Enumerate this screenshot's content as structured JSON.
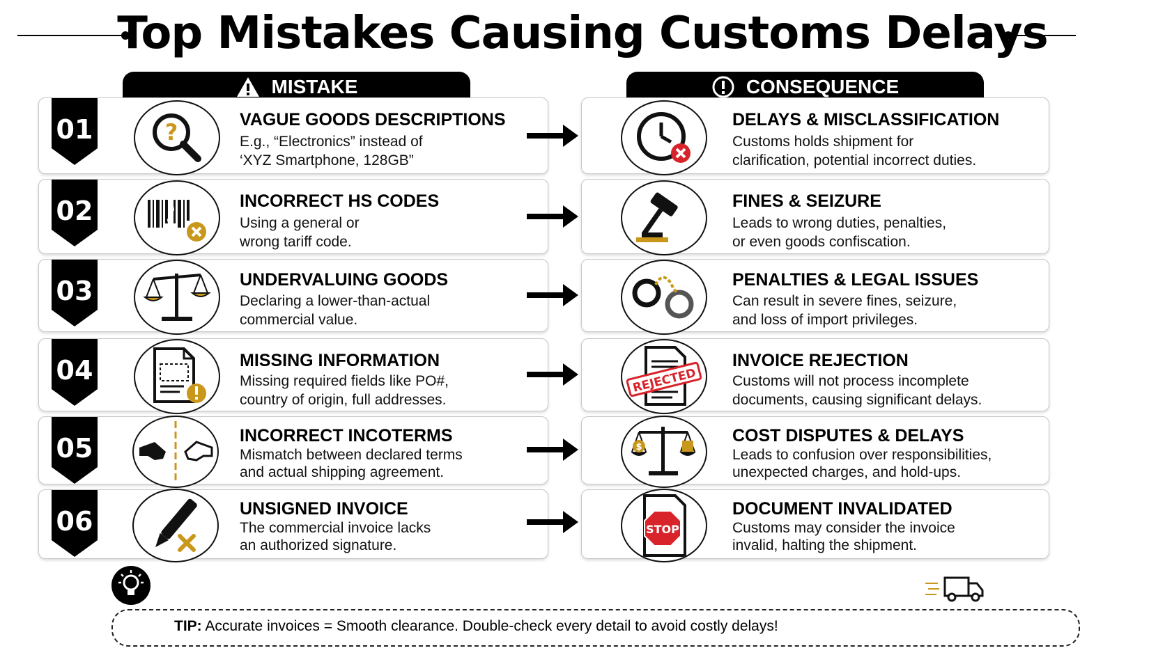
{
  "title": "Top Mistakes Causing Customs Delays",
  "headers": {
    "mistake": "MISTAKE",
    "consequence": "CONSEQUENCE"
  },
  "colors": {
    "accent_gold": "#c9971c",
    "danger_red": "#d8232a",
    "black": "#000000"
  },
  "rows": [
    {
      "number": "01",
      "mistake_icon": "magnifier-question-icon",
      "mistake_title": "VAGUE GOODS DESCRIPTIONS",
      "mistake_line1": "E.g., “Electronics” instead of",
      "mistake_line2": "‘XYZ Smartphone, 128GB”",
      "consequence_icon": "clock-x-icon",
      "consequence_title": "DELAYS & MISCLASSIFICATION",
      "consequence_line1": "Customs holds shipment for",
      "consequence_line2": "clarification, potential incorrect duties."
    },
    {
      "number": "02",
      "mistake_icon": "broken-barcode-icon",
      "mistake_title": "INCORRECT HS CODES",
      "mistake_line1": "Using a general or",
      "mistake_line2": "wrong tariff code.",
      "consequence_icon": "gavel-icon",
      "consequence_title": "FINES & SEIZURE",
      "consequence_line1": "Leads to wrong duties, penalties,",
      "consequence_line2": "or even goods confiscation."
    },
    {
      "number": "03",
      "mistake_icon": "scales-icon",
      "mistake_title": "UNDERVALUING GOODS",
      "mistake_line1": "Declaring a lower-than-actual",
      "mistake_line2": "commercial value.",
      "consequence_icon": "handcuffs-icon",
      "consequence_title": "PENALTIES & LEGAL ISSUES",
      "consequence_line1": "Can result in severe fines, seizure,",
      "consequence_line2": "and loss of import privileges."
    },
    {
      "number": "04",
      "mistake_icon": "document-warning-icon",
      "mistake_title": "MISSING INFORMATION",
      "mistake_line1": "Missing required fields like PO#,",
      "mistake_line2": "country of origin, full addresses.",
      "consequence_icon": "rejected-stamp-icon",
      "consequence_stamp": "REJECTED",
      "consequence_title": "INVOICE REJECTION",
      "consequence_line1": "Customs will not process incomplete",
      "consequence_line2": "documents, causing significant delays."
    },
    {
      "number": "05",
      "mistake_icon": "handshake-split-icon",
      "mistake_title": "INCORRECT INCOTERMS",
      "mistake_line1": "Mismatch between declared terms",
      "mistake_line2": "and actual shipping agreement.",
      "consequence_icon": "money-scales-icon",
      "consequence_title": "COST DISPUTES & DELAYS",
      "consequence_line1": "Leads to confusion over responsibilities,",
      "consequence_line2": "unexpected charges, and hold-ups."
    },
    {
      "number": "06",
      "mistake_icon": "pen-x-icon",
      "mistake_title": "UNSIGNED INVOICE",
      "mistake_line1": "The commercial invoice lacks",
      "mistake_line2": "an authorized signature.",
      "consequence_icon": "stop-document-icon",
      "consequence_stamp": "STOP",
      "consequence_title": "DOCUMENT INVALIDATED",
      "consequence_line1": "Customs may consider the invoice",
      "consequence_line2": "invalid, halting the shipment."
    }
  ],
  "tip": {
    "label": "TIP:",
    "text": "Accurate invoices = Smooth clearance.  Double-check every detail to avoid costly delays!"
  }
}
